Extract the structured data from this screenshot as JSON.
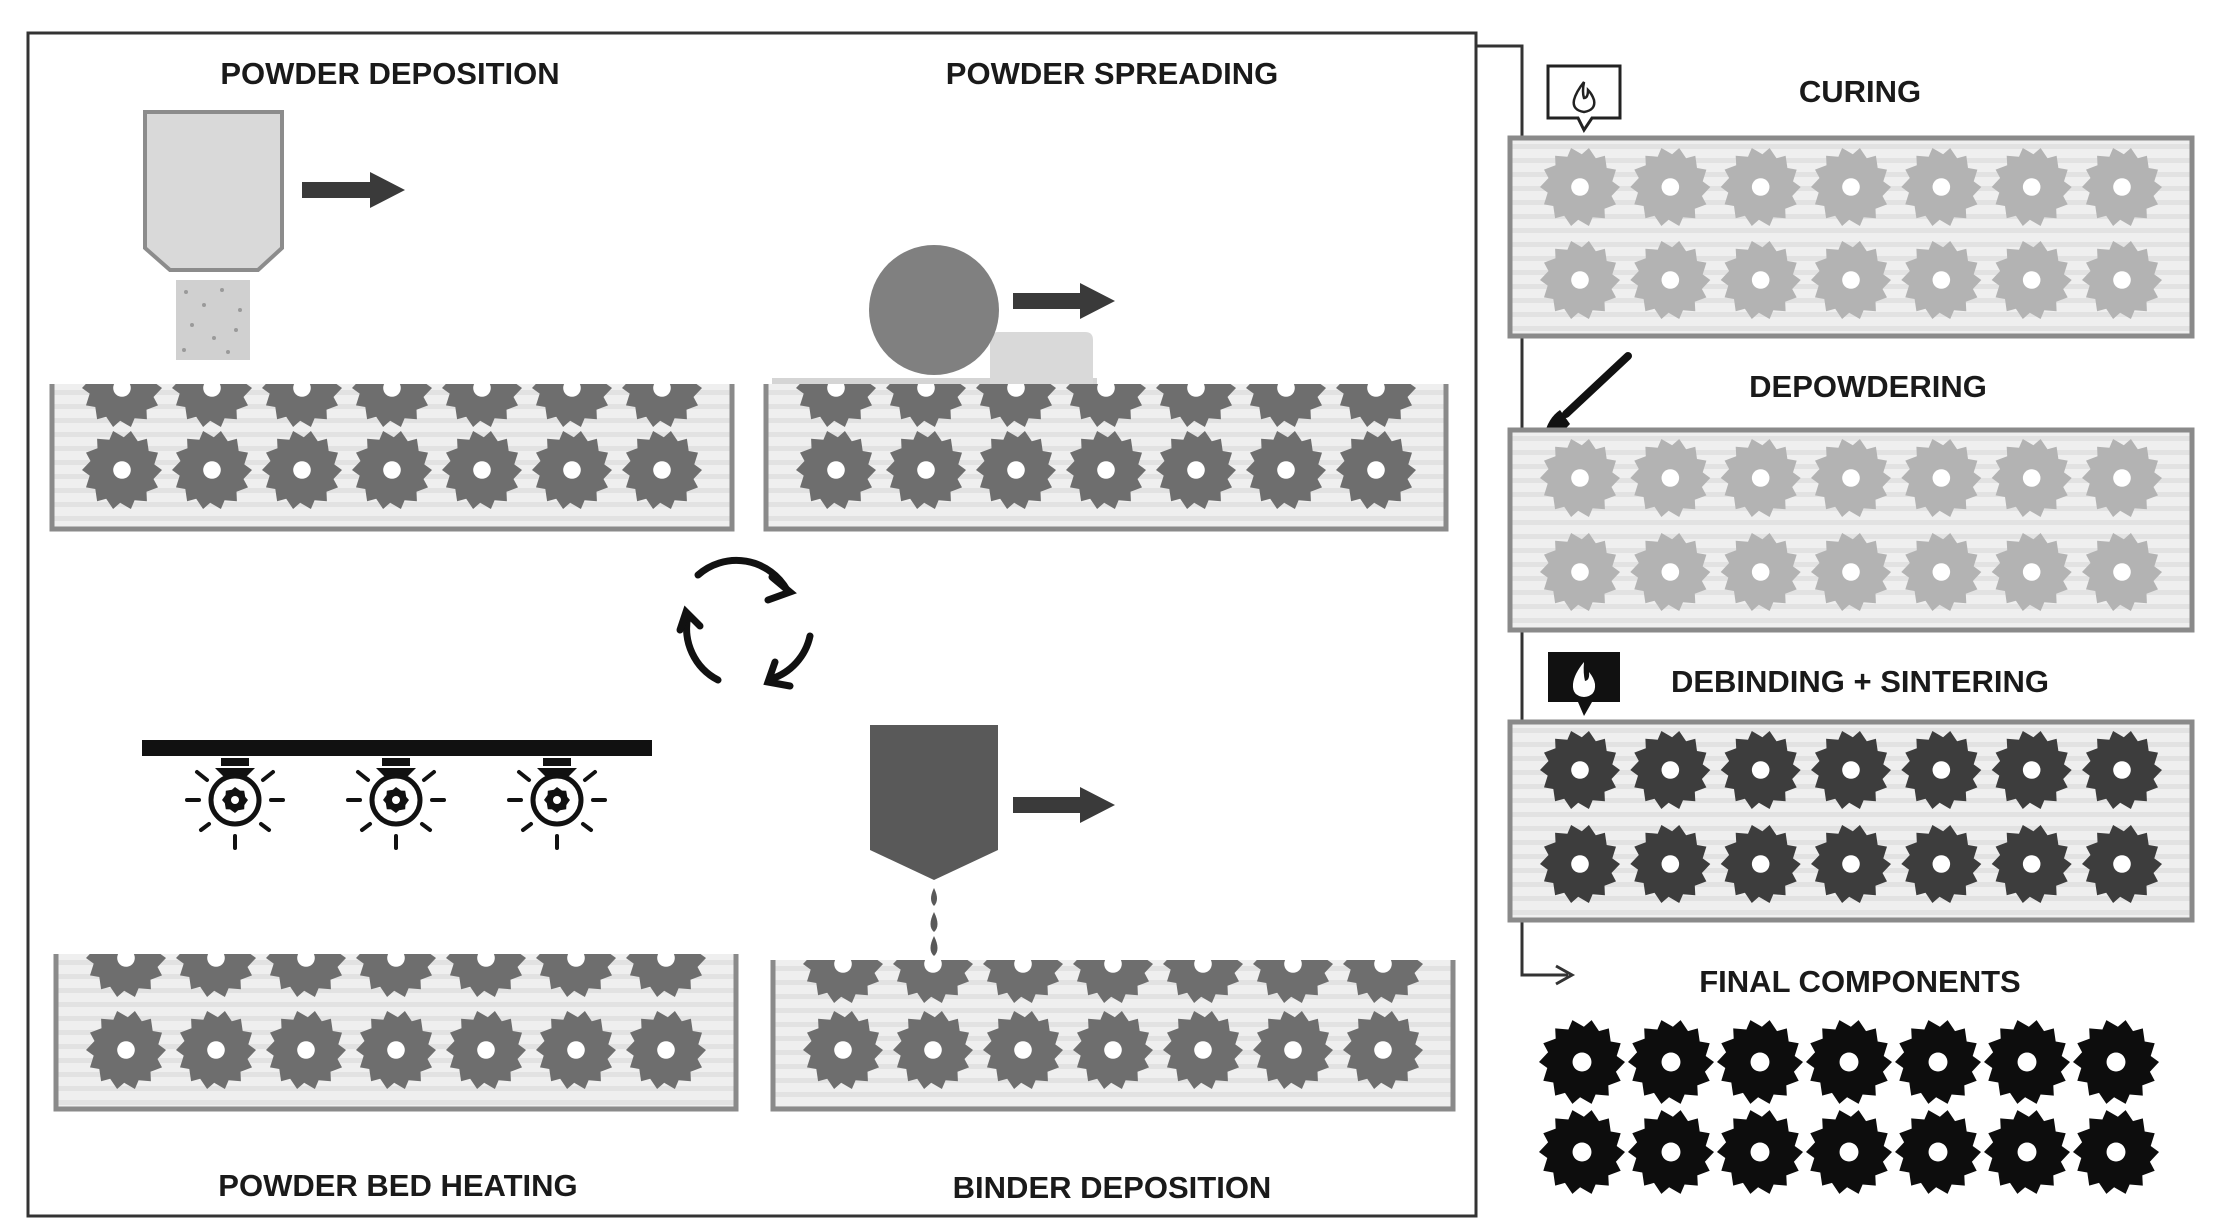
{
  "process_loop": {
    "steps": [
      {
        "label": "POWDER DEPOSITION"
      },
      {
        "label": "POWDER SPREADING"
      },
      {
        "label": "POWDER BED HEATING"
      },
      {
        "label": "BINDER DEPOSITION"
      }
    ],
    "cycle_icon": "cycle-arrows-icon"
  },
  "post_processing": {
    "stages": [
      {
        "label": "CURING",
        "icon": "flame-outline-icon",
        "gear_color": "#b3b3b3"
      },
      {
        "label": "DEPOWDERING",
        "icon": "brush-icon",
        "gear_color": "#b3b3b3"
      },
      {
        "label": "DEBINDING + SINTERING",
        "icon": "flame-filled-icon",
        "gear_color": "#3d3d3d"
      },
      {
        "label": "FINAL COMPONENTS",
        "icon": "arrow-icon",
        "gear_color": "#0d0d0d"
      }
    ]
  },
  "colors": {
    "bed_gear": "#6e6e6e",
    "hopper": "#d9d9d9",
    "roller": "#808080",
    "binder_head": "#595959",
    "arrow": "#3a3a3a"
  }
}
